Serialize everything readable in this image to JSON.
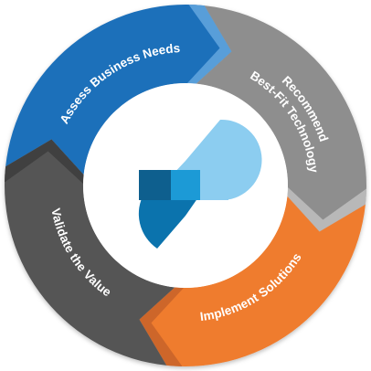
{
  "cycle": {
    "segments": [
      {
        "id": "assess",
        "lines": [
          "Assess Business Needs"
        ],
        "color": "#1f6fba",
        "edge_color": "#5fa3dd"
      },
      {
        "id": "recommend",
        "lines": [
          "Recommend",
          "Best-Fit Technology"
        ],
        "color": "#8e8e8e",
        "edge_color": "#bdbdbd"
      },
      {
        "id": "implement",
        "lines": [
          "Implement Solutions"
        ],
        "color": "#ef7c2e",
        "edge_color": "#c9642a"
      },
      {
        "id": "validate",
        "lines": [
          "Validate the Value"
        ],
        "color": "#555555",
        "edge_color": "#3d3d3d"
      }
    ]
  },
  "center_logo": {
    "icon": "pinwheel-logo-icon",
    "colors": {
      "light_blue": "#8ccdf0",
      "mid_blue": "#1c9ad6",
      "dark_blue": "#0b73ad",
      "deep_blue": "#0e5f8e"
    }
  }
}
